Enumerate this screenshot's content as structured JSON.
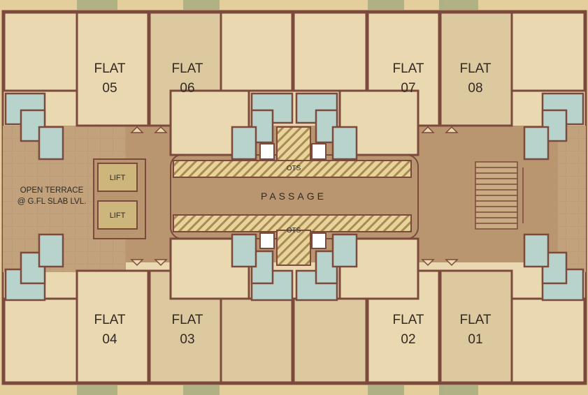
{
  "flats": [
    {
      "line1": "FLAT",
      "line2": "05"
    },
    {
      "line1": "FLAT",
      "line2": "06"
    },
    {
      "line1": "FLAT",
      "line2": "07"
    },
    {
      "line1": "FLAT",
      "line2": "08"
    },
    {
      "line1": "FLAT",
      "line2": "04"
    },
    {
      "line1": "FLAT",
      "line2": "03"
    },
    {
      "line1": "FLAT",
      "line2": "02"
    },
    {
      "line1": "FLAT",
      "line2": "01"
    }
  ],
  "lifts": [
    "LIFT",
    "LIFT"
  ],
  "passage": "PASSAGE",
  "ots": [
    "OTS",
    "OTS"
  ],
  "terrace": {
    "line1": "OPEN TERRACE",
    "line2": "@ G.FL SLAB LVL."
  },
  "colors": {
    "ground": "#e4cf9c",
    "room": "#ead8b0",
    "room_alt": "#ddc9a0",
    "wall": "#7c4a3c",
    "toilet": "#b8d3cc",
    "passage": "#b9966f",
    "terrace": "#c2a27c",
    "ots": "#e8d49a",
    "lift": "#ccb67c"
  }
}
